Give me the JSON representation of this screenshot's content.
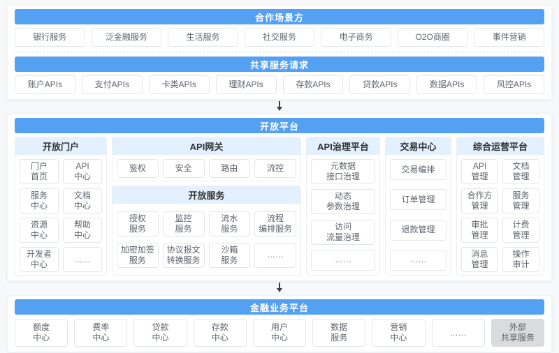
{
  "colors": {
    "header_blue": "#54a0f2",
    "subheader_bg": "#e2f1fd",
    "gray_box_bg": "#d9dbde",
    "page_bg": "#f7f8fa"
  },
  "scenario_section": {
    "title": "合作场景方",
    "items": [
      "银行服务",
      "泛金融服务",
      "生活服务",
      "社交服务",
      "电子商务",
      "O2O商圈",
      "事件营销"
    ]
  },
  "shared_api_section": {
    "title": "共享服务请求",
    "items": [
      "账户APIs",
      "支付APIs",
      "卡类APIs",
      "理财APIs",
      "存款APIs",
      "贷款APIs",
      "数据APIs",
      "风控APIs"
    ]
  },
  "open_platform": {
    "title": "开放平台",
    "portal": {
      "title": "开放门户",
      "items": [
        "门户\n首页",
        "API\n中心",
        "服务\n中心",
        "文档\n中心",
        "资源\n中心",
        "帮助\n中心",
        "开发者\n中心",
        "……"
      ]
    },
    "gateway": {
      "title": "API网关",
      "items": [
        "鉴权",
        "安全",
        "路由",
        "流控"
      ]
    },
    "open_services": {
      "title": "开放服务",
      "items": [
        "授权\n服务",
        "监控\n服务",
        "流水\n服务",
        "流程\n编排服务",
        "加密加签\n服务",
        "协议报文\n转换服务",
        "沙箱\n服务",
        "……"
      ]
    },
    "governance": {
      "title": "API治理平台",
      "items": [
        "元数据\n接口治理",
        "动态\n参数治理",
        "访问\n流量治理",
        "……"
      ]
    },
    "trade": {
      "title": "交易中心",
      "items": [
        "交易编排",
        "订单管理",
        "退款管理",
        "……"
      ]
    },
    "operation": {
      "title": "综合运营平台",
      "items": [
        "API\n管理",
        "文档\n管理",
        "合作方\n管理",
        "服务\n管理",
        "审批\n管理",
        "计费\n管理",
        "消息\n管理",
        "操作\n审计"
      ]
    }
  },
  "financial_platform": {
    "title": "金融业务平台",
    "items": [
      "额度\n中心",
      "费率\n中心",
      "贷款\n中心",
      "存款\n中心",
      "用户\n中心",
      "数据\n服务",
      "营销\n中心",
      "……"
    ],
    "external_item": "外部\n共享服务"
  }
}
